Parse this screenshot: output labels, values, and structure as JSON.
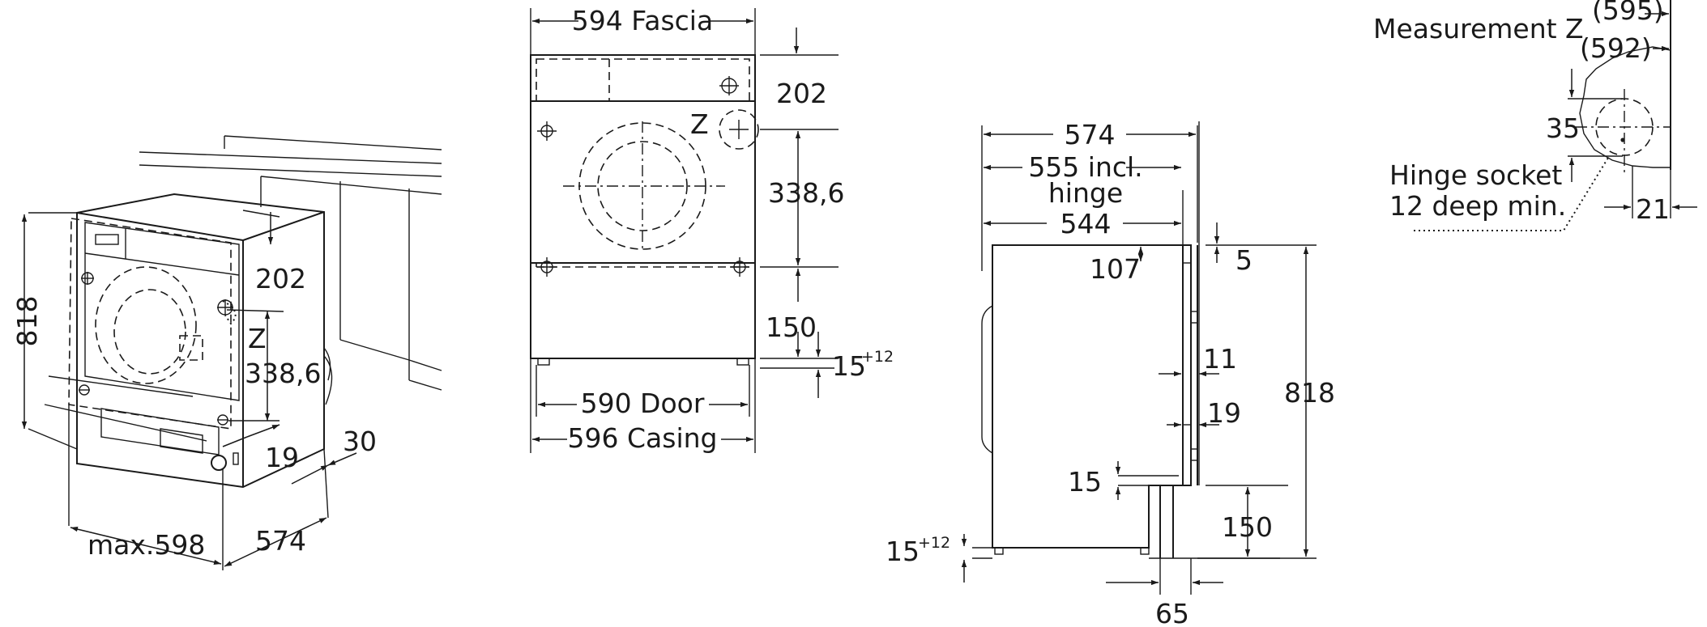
{
  "labels": {
    "iso_height": "818",
    "iso_panel": "202",
    "iso_z": "Z",
    "iso_338": "338,6",
    "iso_19": "19",
    "iso_30": "30",
    "iso_width": "max.598",
    "iso_depth": "574",
    "fr_fascia": "594 Fascia",
    "fr_202": "202",
    "fr_z": "Z",
    "fr_338": "338,6",
    "fr_150": "150",
    "fr_15": "15",
    "fr_15_sup": "+12",
    "fr_door": "590 Door",
    "fr_casing": "596 Casing",
    "sd_574": "574",
    "sd_555": "555 incl.",
    "sd_hinge": "hinge",
    "sd_544": "544",
    "sd_107": "107",
    "sd_5": "5",
    "sd_11": "11",
    "sd_19": "19",
    "sd_818": "818",
    "sd_15": "15",
    "sd_150": "150",
    "sd_15b": "15",
    "sd_15b_sup": "+12",
    "sd_65": "65",
    "mz_title": "Measurement Z",
    "mz_595": "(595)",
    "mz_592": "(592)",
    "mz_35": "35",
    "mz_hinge1": "Hinge socket",
    "mz_hinge2": "12 deep min.",
    "mz_21": "21"
  }
}
